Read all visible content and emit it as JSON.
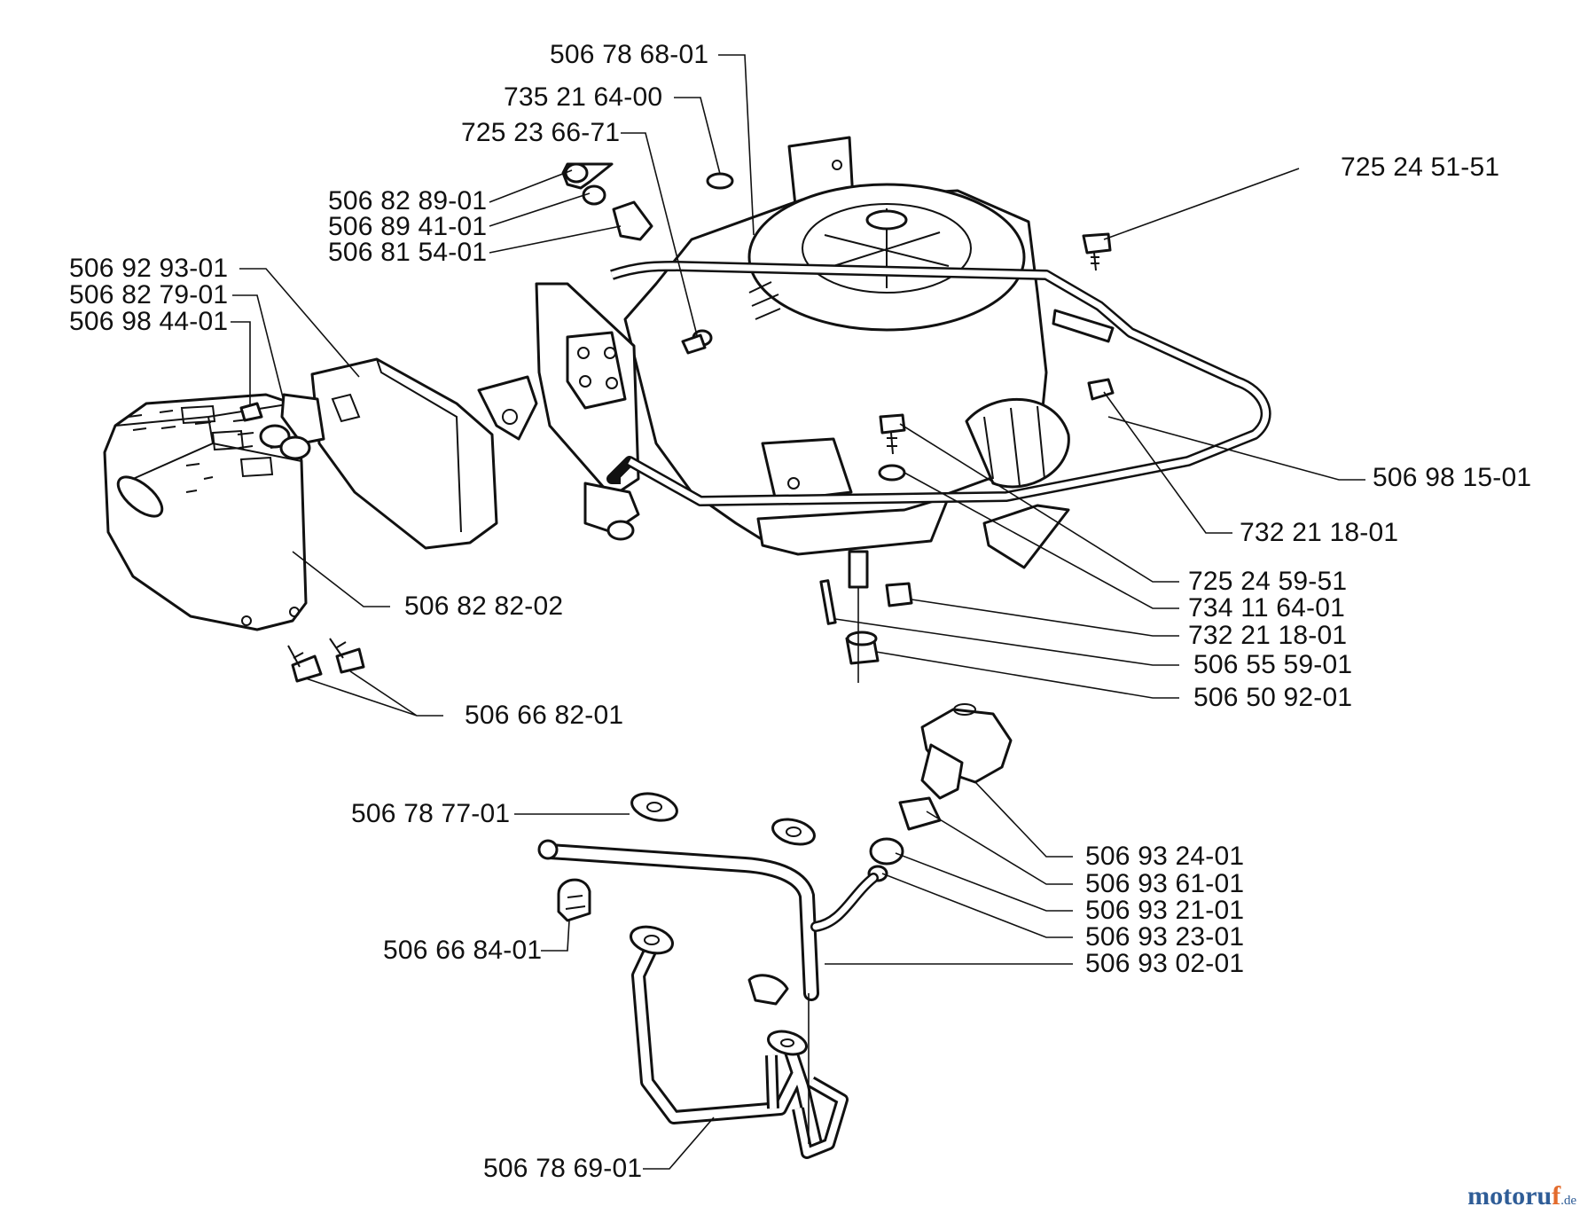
{
  "parts": {
    "p_506786801": "506 78 68-01",
    "p_735216400": "735 21 64-00",
    "p_725236671": "725 23 66-71",
    "p_725245151": "725 24 51-51",
    "p_506828901": "506 82 89-01",
    "p_506894101": "506 89 41-01",
    "p_506815401": "506 81 54-01",
    "p_506929301": "506 92 93-01",
    "p_506827901": "506 82 79-01",
    "p_506984401": "506 98 44-01",
    "p_506981501": "506 98 15-01",
    "p_732211801a": "732 21 18-01",
    "p_725245951": "725 24 59-51",
    "p_734116401": "734 11 64-01",
    "p_732211801b": "732 21 18-01",
    "p_506555901": "506 55 59-01",
    "p_506509201": "506 50 92-01",
    "p_506828202": "506 82 82-02",
    "p_506668201": "506 66 82-01",
    "p_506787701": "506 78 77-01",
    "p_506932401": "506 93 24-01",
    "p_506936101": "506 93 61-01",
    "p_506932101": "506 93 21-01",
    "p_506932301": "506 93 23-01",
    "p_506930201": "506 93 02-01",
    "p_506668401": "506 66 84-01",
    "p_506786901": "506 78 69-01"
  },
  "watermark": {
    "main": "motoru",
    "accent": "f",
    "tld": ".de"
  },
  "icons": {
    "engine": "engine-icon",
    "muffler": "muffler-icon",
    "fuel_cap": "fuel-cap-icon"
  }
}
